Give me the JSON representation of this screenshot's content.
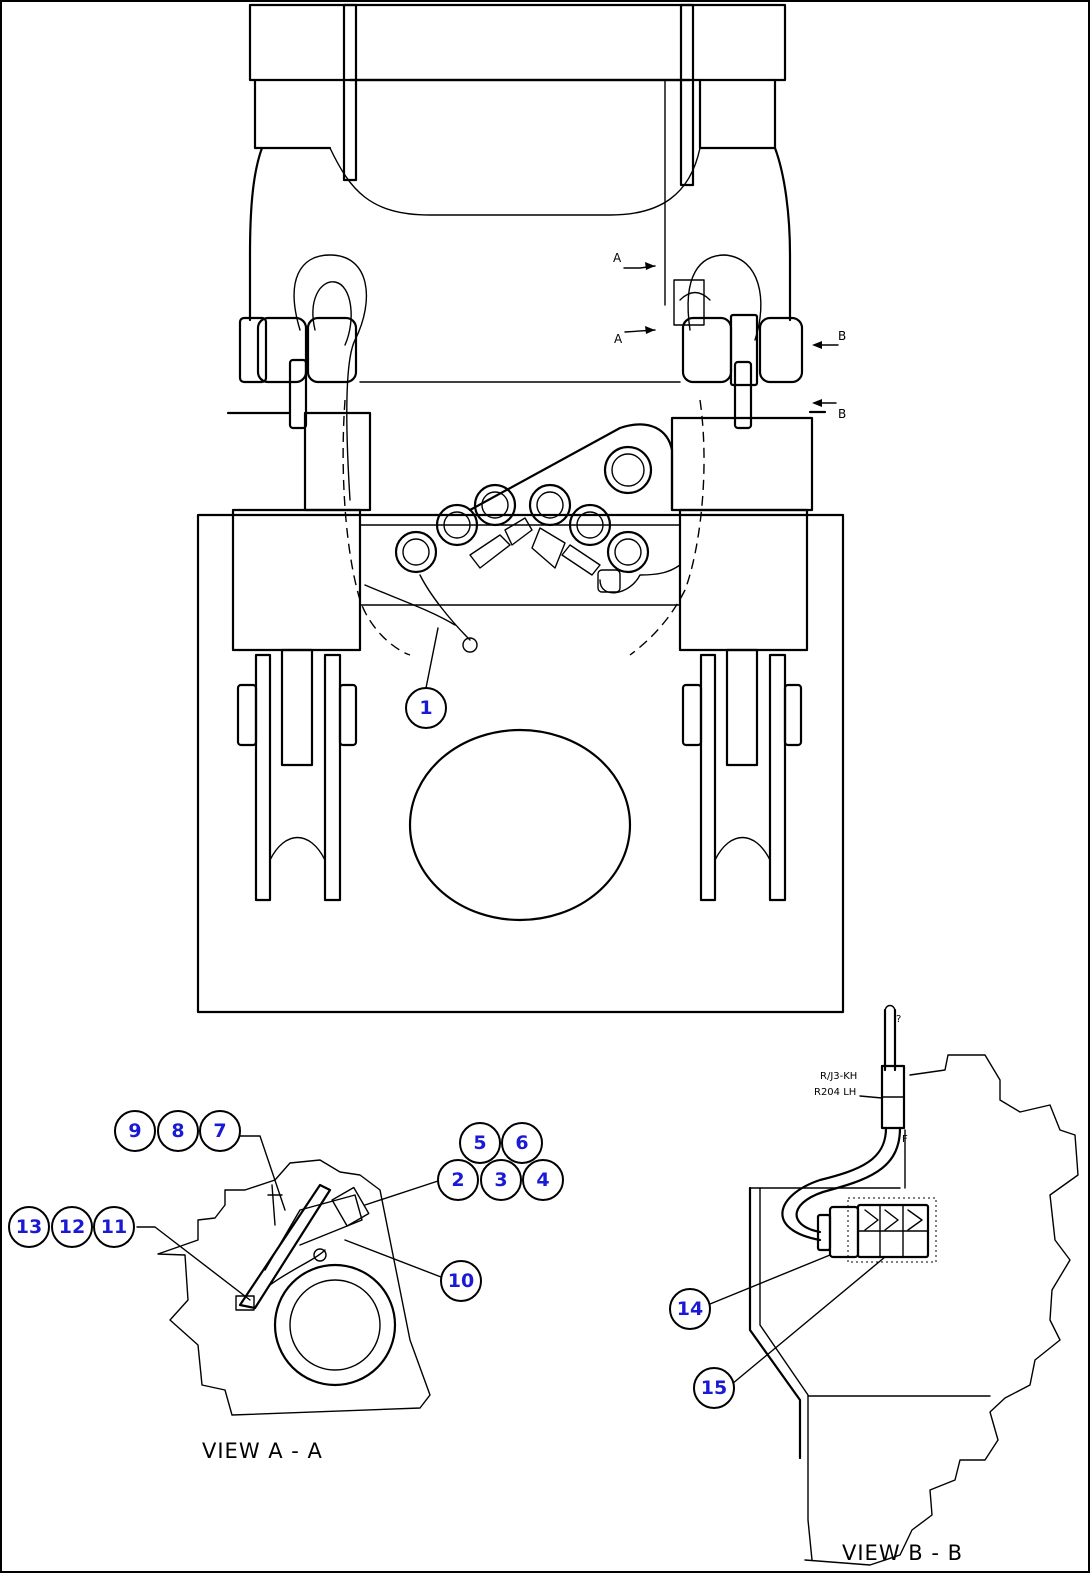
{
  "callouts": {
    "c1": "1",
    "c2": "2",
    "c3": "3",
    "c4": "4",
    "c5": "5",
    "c6": "6",
    "c7": "7",
    "c8": "8",
    "c9": "9",
    "c10": "10",
    "c11": "11",
    "c12": "12",
    "c13": "13",
    "c14": "14",
    "c15": "15"
  },
  "section_marks": {
    "a": "A",
    "b": "B"
  },
  "captions": {
    "view_a": "VIEW A - A",
    "view_b": "VIEW B - B"
  },
  "switch_label": {
    "line1": "R/J3-KH",
    "line2": "R204 LH"
  },
  "wire_marks": {
    "top": "?",
    "tag": "F"
  },
  "colors": {
    "callout_text": "#1a1ad6",
    "line": "#000000",
    "background": "#ffffff"
  }
}
